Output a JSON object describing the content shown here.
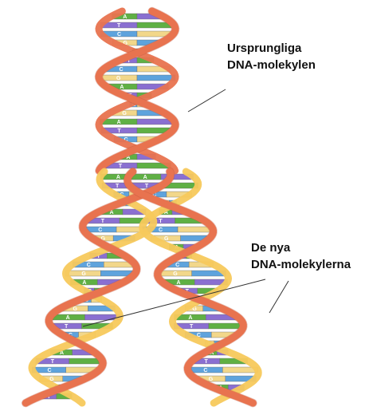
{
  "labels": {
    "original": [
      "Ursprungliga",
      "DNA-molekylen"
    ],
    "new": [
      "De nya",
      "DNA-molekylerna"
    ]
  },
  "colors": {
    "old_strand": "#e8734f",
    "new_strand": "#f7c95c",
    "rung_A": "#5fb044",
    "rung_T": "#8a6fd1",
    "rung_C": "#5ea3dd",
    "rung_G": "#f2d78a",
    "leader": "#333333"
  },
  "bases": [
    "A",
    "T",
    "C",
    "G"
  ]
}
